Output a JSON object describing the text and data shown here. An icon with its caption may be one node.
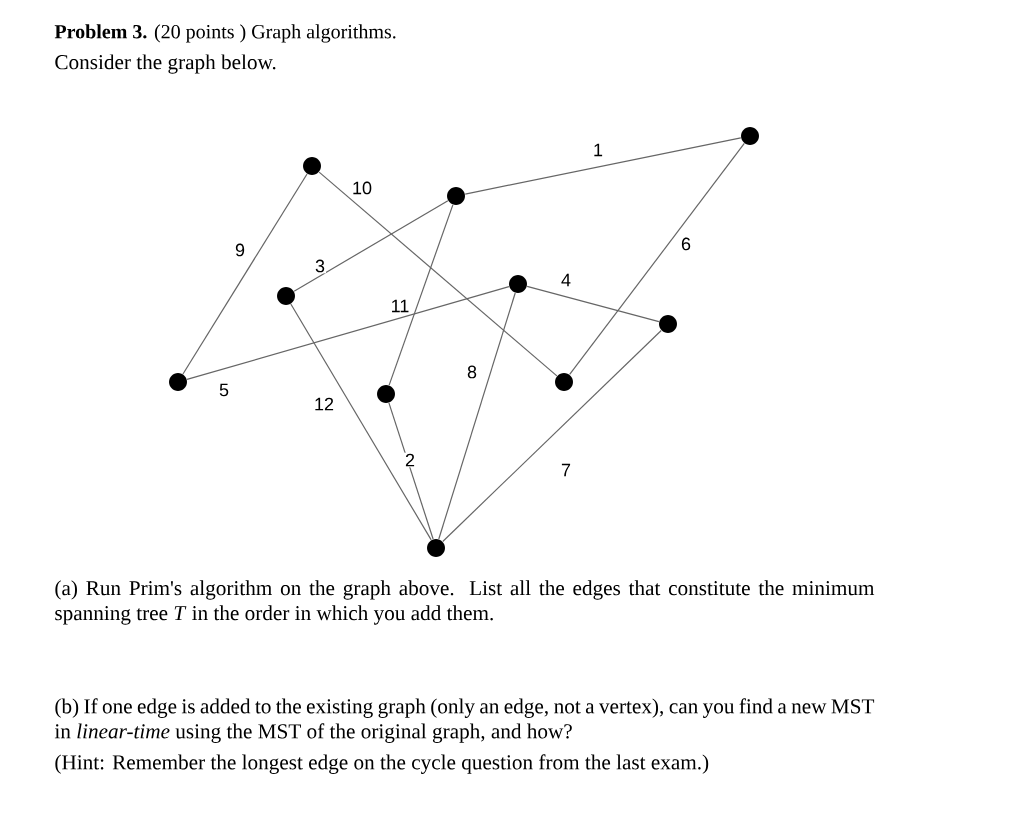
{
  "diagram": {
    "title": "**Problem 3.** (20 points ) Graph algorithms.",
    "nodes": [
      {
        "text": [],
        "shape": "circle"
      },
      {
        "text": [],
        "shape": "circle"
      },
      {
        "text": [],
        "shape": "circle"
      },
      {
        "text": [],
        "shape": "circle"
      },
      {
        "text": [],
        "shape": "circle"
      },
      {
        "text": [],
        "shape": "circle"
      },
      {
        "text": [],
        "shape": "circle"
      },
      {
        "text": [],
        "shape": "circle"
      },
      {
        "text": [],
        "shape": "circle"
      },
      {
        "text": [],
        "shape": "circle"
      }
    ],
    "edges": [
      {
        "from": 5,
        "to": 9,
        "arrow": "none",
        "label": "1"
      },
      {
        "from": 2,
        "to": 7,
        "arrow": "none",
        "label": "10"
      },
      {
        "from": 2,
        "to": 0,
        "arrow": "none",
        "label": "9"
      },
      {
        "from": 1,
        "to": 5,
        "arrow": "none",
        "label": "3"
      },
      {
        "from": 5,
        "to": 3,
        "arrow": "none",
        "label": "11"
      },
      {
        "from": 6,
        "to": 8,
        "arrow": "none",
        "label": "4"
      },
      {
        "from": 9,
        "to": 7,
        "arrow": "none",
        "label": "6"
      },
      {
        "from": 0,
        "to": 6,
        "arrow": "none",
        "label": "5"
      },
      {
        "from": 1,
        "to": 4,
        "arrow": "none",
        "label": "12"
      },
      {
        "from": 3,
        "to": 4,
        "arrow": "none",
        "label": "2"
      },
      {
        "from": 6,
        "to": 4,
        "arrow": "none",
        "label": "8"
      },
      {
        "from": 8,
        "to": 4,
        "arrow": "none",
        "label": "7"
      }
    ],
    "labels": [
      "Consider the graph below.",
      "(a) Run Prim's algorithm on the graph above. List all the edges that constitute the minimum spanning tree *T* in the order in which you add them.",
      "(b) If one edge is added to the existing graph (only an edge, not a vertex), can you find a new MST in *linear-time* using the MST of the original graph, and how?",
      "(Hint: Remember the longest edge on the cycle question from the last exam.)"
    ]
  }
}
